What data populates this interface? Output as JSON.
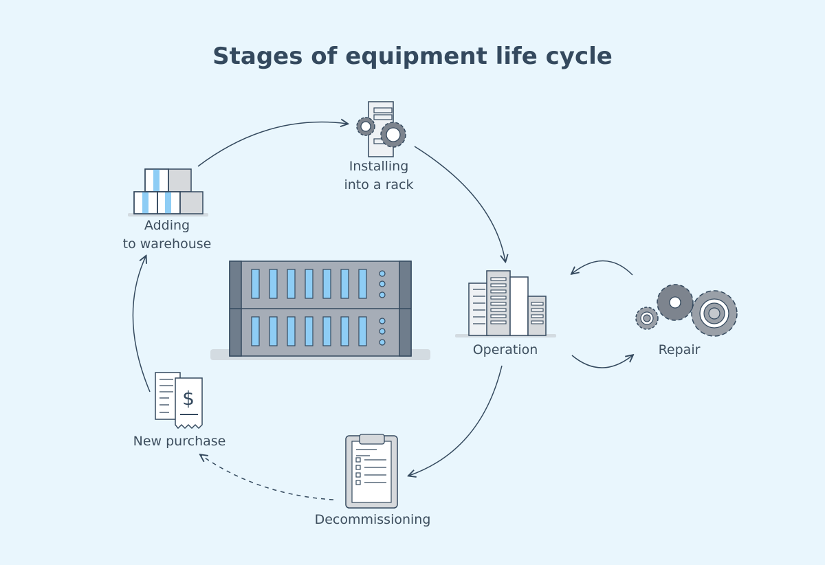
{
  "title": "Stages of equipment life cycle",
  "stages": {
    "installing": {
      "line1": "Installing",
      "line2": "into a rack",
      "icon": "rack-gears-icon"
    },
    "warehouse": {
      "line1": "Adding",
      "line2": "to warehouse",
      "icon": "warehouse-boxes-icon"
    },
    "operation": {
      "label": "Operation",
      "icon": "buildings-icon"
    },
    "repair": {
      "label": "Repair",
      "icon": "gears-icon"
    },
    "decommissioning": {
      "label": "Decommissioning",
      "icon": "clipboard-checklist-icon"
    },
    "purchase": {
      "label": "New purchase",
      "icon": "receipt-dollar-icon"
    }
  },
  "colors": {
    "background": "#e9f6fd",
    "ink": "#34495e",
    "server_body": "#a6adb7",
    "server_side": "#6f7d8c",
    "server_slot": "#8ecdf5",
    "gear": "#7d848e",
    "box_blue": "#8ecdf5",
    "shadow": "#d3dbe1"
  }
}
